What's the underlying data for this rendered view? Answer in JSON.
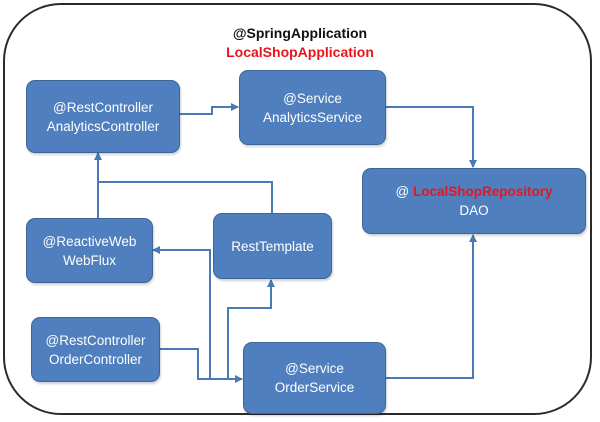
{
  "title": {
    "annotation": "@SpringApplication",
    "app_name": "LocalShopApplication"
  },
  "nodes": {
    "analytics_controller": {
      "line1": "@RestController",
      "line2": "AnalyticsController"
    },
    "analytics_service": {
      "line1": "@Service",
      "line2": "AnalyticsService"
    },
    "repository": {
      "prefix": "@ ",
      "name": "LocalShopRepository",
      "line2": "DAO"
    },
    "reactive_web": {
      "line1": "@ReactiveWeb",
      "line2": "WebFlux"
    },
    "rest_template": {
      "line1": "RestTemplate"
    },
    "order_controller": {
      "line1": "@RestController",
      "line2": "OrderController"
    },
    "order_service": {
      "line1": "@Service",
      "line2": "OrderService"
    }
  },
  "colors": {
    "box_fill": "#4f7fbe",
    "box_border": "#3c6596",
    "connector": "#4a7ab5",
    "highlight_red": "#e8151b",
    "frame_border": "#2b2b2b"
  }
}
